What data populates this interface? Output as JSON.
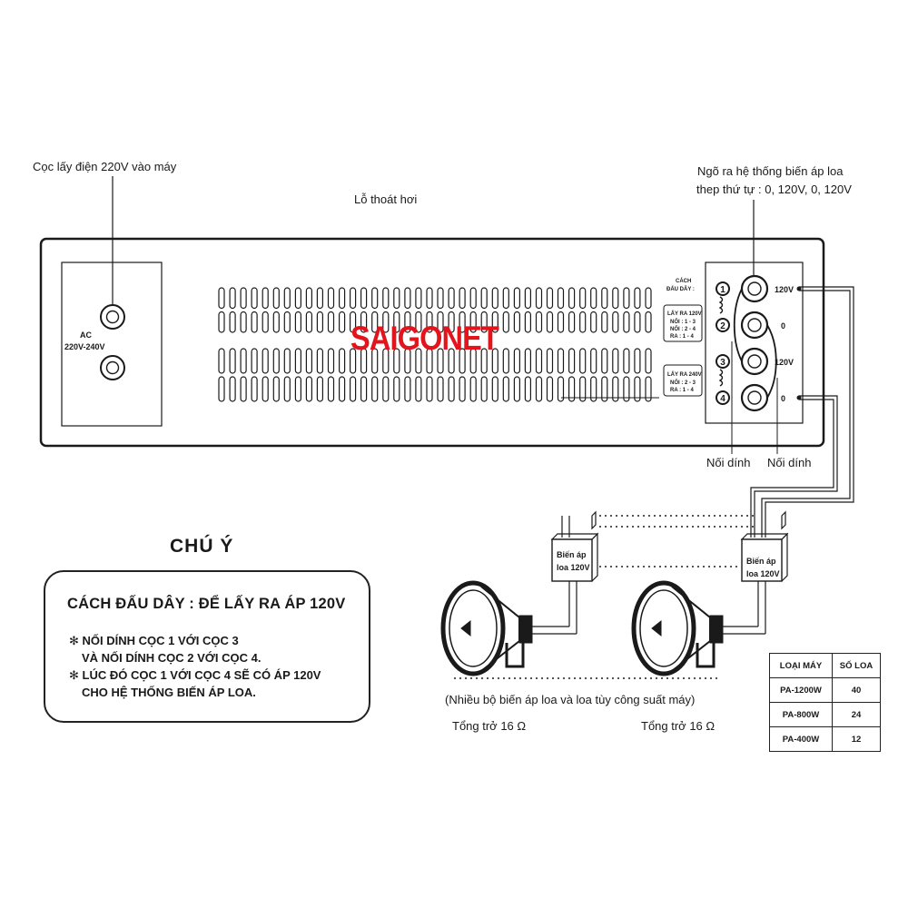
{
  "labels": {
    "power_input": "Cọc lấy điện 220V vào máy",
    "vent": "Lỗ thoát hơi",
    "output_line1": "Ngõ ra hệ thống biến áp loa",
    "output_line2": "thep thứ tự : 0, 120V, 0, 120V",
    "joined_left": "Nối dính",
    "joined_right": "Nối dính",
    "note_multi": "(Nhiều bộ biến áp loa và loa tùy công suất máy)",
    "impedance_left": "Tổng trở 16 Ω",
    "impedance_right": "Tổng trở 16 Ω"
  },
  "panel": {
    "ac_label": "AC",
    "ac_voltage": "220V-240V",
    "brand": "SAIGONET",
    "wiring_title_1": "CÁCH",
    "wiring_title_2": "ĐẤU DÂY :",
    "box120": {
      "title": "LẤY RA 120V",
      "line1": "NỐI : 1 - 3",
      "line2": "NỐI : 2 - 4",
      "line3": "RA : 1 - 4"
    },
    "box240": {
      "title": "LẤY RA 240V",
      "line1": "NỐI : 2 - 3",
      "line2": "RA : 1 - 4"
    },
    "terminal_numbers": [
      "1",
      "2",
      "3",
      "4"
    ],
    "terminal_labels": [
      "120V",
      "0",
      "120V",
      "0"
    ]
  },
  "transformer": {
    "line1": "Biến áp",
    "line2": "loa 120V"
  },
  "note": {
    "heading": "CHÚ Ý",
    "title": "CÁCH ĐẤU DÂY : ĐỂ LẤY RA ÁP 120V",
    "line1": "✻ NỐI DÍNH CỌC 1 VỚI CỌC 3",
    "line2": "VÀ NỐI DÍNH CỌC 2 VỚI CỌC 4.",
    "line3": "✻ LÚC ĐÓ CỌC 1 VỚI CỌC 4 SẼ CÓ ÁP 120V",
    "line4": "CHO HỆ THỐNG BIẾN ÁP LOA."
  },
  "table": {
    "headers": [
      "LOẠI MÁY",
      "SỐ LOA"
    ],
    "rows": [
      [
        "PA-1200W",
        "40"
      ],
      [
        "PA-800W",
        "24"
      ],
      [
        "PA-400W",
        "12"
      ]
    ]
  },
  "colors": {
    "brand": "#e3141b",
    "line": "#1a1a1a"
  }
}
